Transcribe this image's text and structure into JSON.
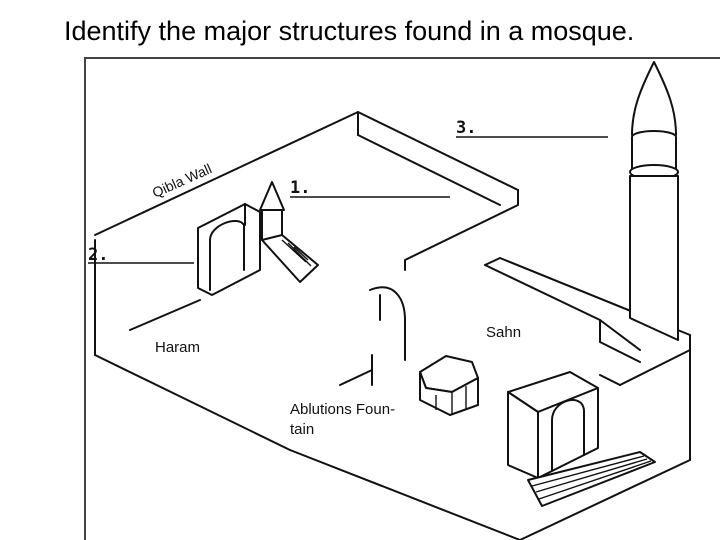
{
  "title": "Identify the major structures found in a mosque.",
  "labels": {
    "qibla_wall": "Qibla Wall",
    "haram": "Haram",
    "sahn": "Sahn",
    "ablutions_line1": "Ablutions Foun-",
    "ablutions_line2": "tain"
  },
  "blanks": {
    "one": "1.",
    "two": "2.",
    "three": "3."
  }
}
